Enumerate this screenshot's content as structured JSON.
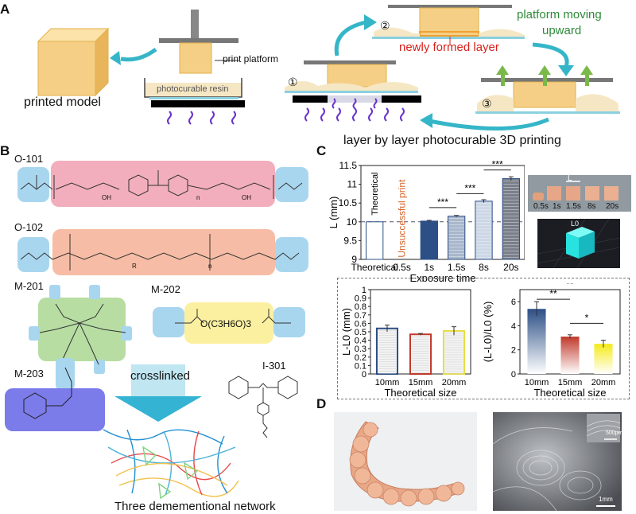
{
  "panels": {
    "a": "A",
    "b": "B",
    "c": "C",
    "d": "D"
  },
  "panel_a": {
    "printed_model": "printed model",
    "print_platform": "print platform",
    "resin": "photocurable resin",
    "step1": "①",
    "step2": "②",
    "step3": "③",
    "newly_formed": "newly formed layer",
    "platform_moving": "platform moving",
    "upward": "upward",
    "caption": "layer by layer photocurable 3D printing",
    "colors": {
      "resin": "#f6e7c4",
      "model": "#f5cf86",
      "arrow": "#35b6c8",
      "green_arrow": "#79b94a",
      "red_text": "#d6221c",
      "green_text": "#2e8a3a",
      "light": "#6b33c9"
    }
  },
  "panel_b": {
    "o101": "O-101",
    "o102": "O-102",
    "m201": "M-201",
    "m202": "M-202",
    "m203": "M-203",
    "i301": "I-301",
    "oh": "OH",
    "n_sub": "n",
    "r1": "R",
    "m202_formula": "O(C3H6O)3",
    "crosslinked": "crosslinked",
    "network": "Three demementional network",
    "colors": {
      "o101": "#f2aebc",
      "o102": "#f7bca5",
      "m201": "#b7dda2",
      "m202": "#fbf0a0",
      "m203": "#7b7bea",
      "acrylate": "#a9d6ef"
    }
  },
  "panel_c": {
    "photo_labels": [
      "0.5s",
      "1s",
      "1.5s",
      "8s",
      "20s"
    ],
    "photo_L": "L",
    "cube_label": "L0"
  },
  "chart_data": [
    {
      "type": "bar",
      "categories": [
        "Theoretical",
        "0.5s",
        "1s",
        "1.5s",
        "8s",
        "20s"
      ],
      "values": [
        10.0,
        null,
        10.02,
        10.15,
        10.55,
        11.15
      ],
      "errors": [
        0,
        0,
        0.02,
        0.02,
        0.04,
        0.05
      ],
      "xlabel": "Exposure time",
      "ylabel": "L (mm)",
      "ylim": [
        9,
        11.5
      ],
      "yticks": [
        "9",
        "9.5",
        "10",
        "10.5",
        "11",
        "11.5"
      ],
      "bar_text": [
        "Theoretical",
        "Unsuccessful print"
      ],
      "ref_line": 10,
      "significance": [
        "***",
        "***",
        "***"
      ],
      "colors": [
        "#ffffff",
        null,
        "#2c4f86",
        "#a9b7cc",
        "#ccd7e6",
        "#7a7f8a"
      ]
    },
    {
      "type": "bar",
      "categories": [
        "10mm",
        "15mm",
        "20mm"
      ],
      "values": [
        0.54,
        0.47,
        0.51
      ],
      "errors": [
        0.04,
        0.01,
        0.05
      ],
      "xlabel": "Theoretical size",
      "ylabel": "L-L0 (mm)",
      "ylim": [
        0,
        1
      ],
      "yticks": [
        "0",
        "0.1",
        "0.2",
        "0.3",
        "0.4",
        "0.5",
        "0.6",
        "0.7",
        "0.8",
        "0.9",
        "1"
      ],
      "colors": [
        "#2c4f86",
        "#c0392b",
        "#e8dd40"
      ]
    },
    {
      "type": "bar",
      "categories": [
        "10mm",
        "15mm",
        "20mm"
      ],
      "values": [
        5.4,
        3.1,
        2.5
      ],
      "errors": [
        0.6,
        0.15,
        0.3
      ],
      "xlabel": "Theoretical size",
      "ylabel": "(L-L0)/L0 (%)",
      "ylim": [
        0,
        7
      ],
      "yticks": [
        "0",
        "2",
        "4",
        "6"
      ],
      "significance": [
        "**",
        "**",
        "*"
      ],
      "colors": [
        "#2c4f86",
        "#c0392b",
        "#f5ea1a"
      ]
    }
  ],
  "panel_d": {
    "inset_scale": "500μm",
    "scale": "1mm"
  }
}
